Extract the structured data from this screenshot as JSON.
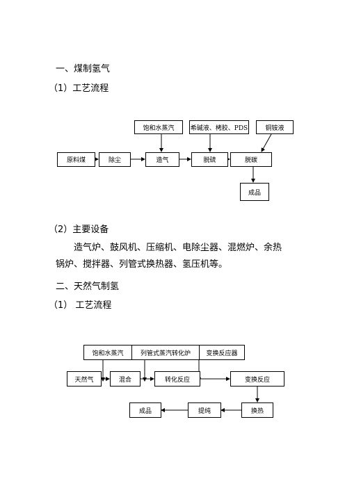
{
  "section1": {
    "title": "一、煤制氢气",
    "process_heading": "（1）工艺流程",
    "flow": {
      "inputs": [
        "饱和水蒸汽",
        "希碱液、栲胶、PDS",
        "铜铵液"
      ],
      "steps": [
        "原料煤",
        "除尘",
        "造气",
        "脱硫",
        "脱碳"
      ],
      "product": "成品"
    },
    "equipment_heading": "（2）主要设备",
    "equipment_line1": "造气炉、鼓风机、压缩机、电除尘器、混燃炉、余热",
    "equipment_line2": "锅炉、搅拌器、列管式换热器、氢压机等。"
  },
  "section2": {
    "title": "二、天然气制氢",
    "process_heading": "（1）  工艺流程",
    "flow": {
      "inputs": [
        "饱和水蒸汽",
        "列管式蒸汽转化炉",
        "变换反应器"
      ],
      "steps": [
        "天然气",
        "混合",
        "转化反应",
        "变换反应"
      ],
      "bottom": [
        "成品",
        "提纯",
        "换热"
      ]
    }
  }
}
